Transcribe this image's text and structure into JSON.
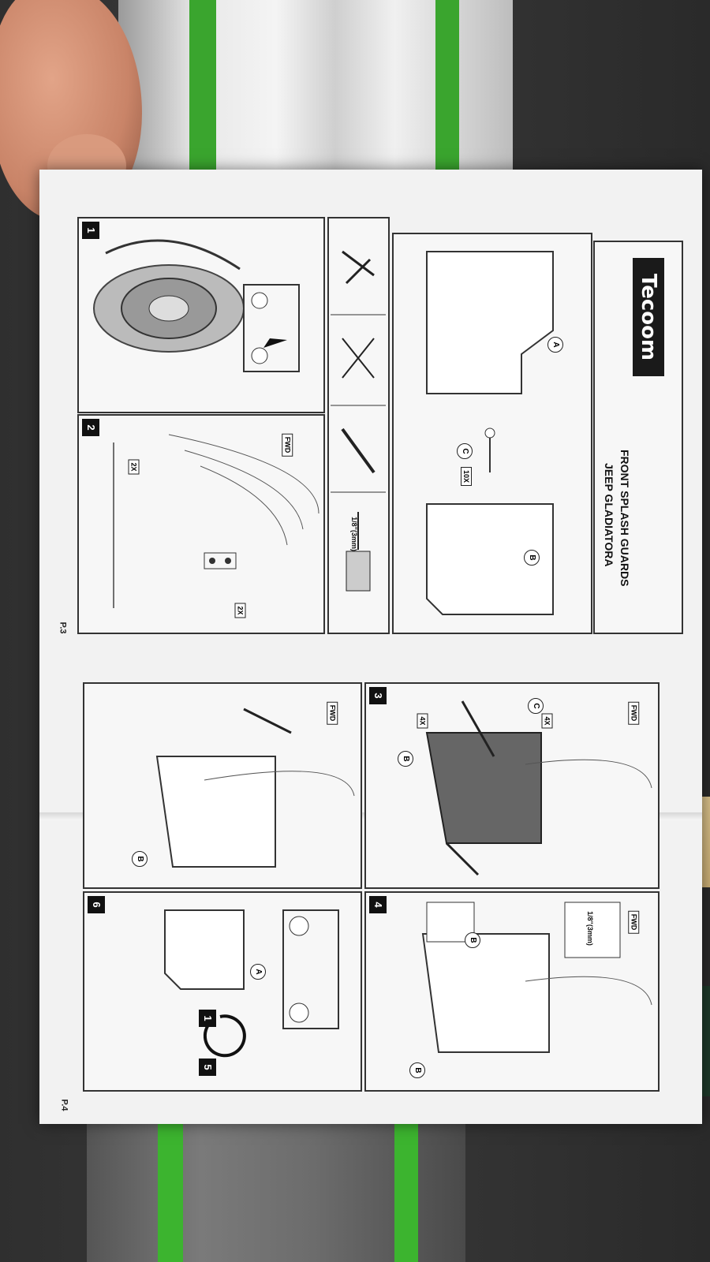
{
  "manual": {
    "brand": "Tecoom",
    "title_line1": "FRONT SPLASH GUARDS",
    "title_line2": "JEEP GLADIATORA",
    "page_left": "P.3",
    "page_right": "P.4",
    "parts": {
      "part_a": "A",
      "part_b": "B",
      "part_c": "C",
      "rivet_qty": "10X"
    },
    "tools": {
      "drill_bit": "1/8\"(3mm)"
    },
    "steps": {
      "s1": "1",
      "s2": "2",
      "s3": "3",
      "s4": "4",
      "s6": "6"
    },
    "labels": {
      "fwd": "FWD",
      "qty_2x": "2X",
      "qty_4x": "4X",
      "drill_size": "1/8\"(3mm)",
      "seq_from": "1",
      "seq_to": "5"
    }
  },
  "background": {
    "icons": [
      "hand",
      "aluminum-rail",
      "wood-block",
      "tool-box"
    ]
  }
}
